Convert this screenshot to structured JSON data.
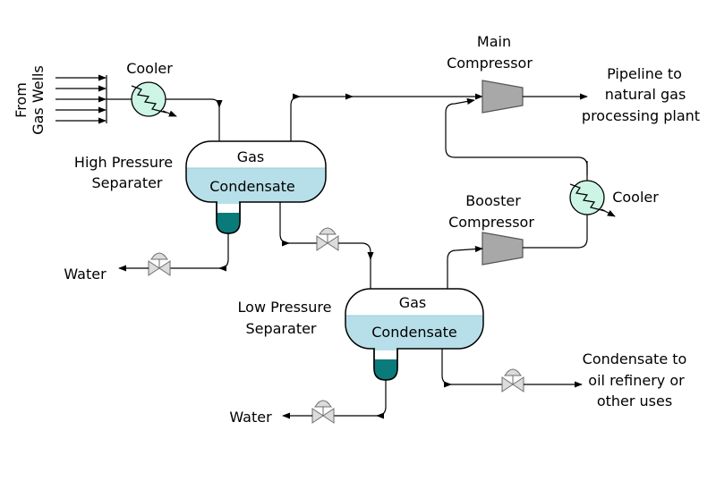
{
  "labels": {
    "from_gas_wells_line1": "From",
    "from_gas_wells_line2": "Gas Wells",
    "cooler_top": "Cooler",
    "cooler_right": "Cooler",
    "main_compressor_line1": "Main",
    "main_compressor_line2": "Compressor",
    "pipeline_line1": "Pipeline to",
    "pipeline_line2": "natural gas",
    "pipeline_line3": "processing plant",
    "hp_separator_line1": "High Pressure",
    "hp_separator_line2": "Separater",
    "hp_gas": "Gas",
    "hp_condensate": "Condensate",
    "booster_line1": "Booster",
    "booster_line2": "Compressor",
    "water_hp": "Water",
    "lp_separator_line1": "Low Pressure",
    "lp_separator_line2": "Separater",
    "lp_gas": "Gas",
    "lp_condensate": "Condensate",
    "condensate_out_line1": "Condensate to",
    "condensate_out_line2": "oil refinery or",
    "condensate_out_line3": "other uses",
    "water_lp": "Water"
  },
  "colors": {
    "condensate": "#b7dfe9",
    "water_boot": "#0a7a7a",
    "cooler_fill": "#ccf5e5",
    "compressor_fill": "#a8a8a8",
    "valve_fill": "#dcdcdc"
  },
  "icons": {
    "cooler": "heat-exchanger-icon",
    "compressor": "compressor-icon",
    "valve": "control-valve-icon"
  }
}
